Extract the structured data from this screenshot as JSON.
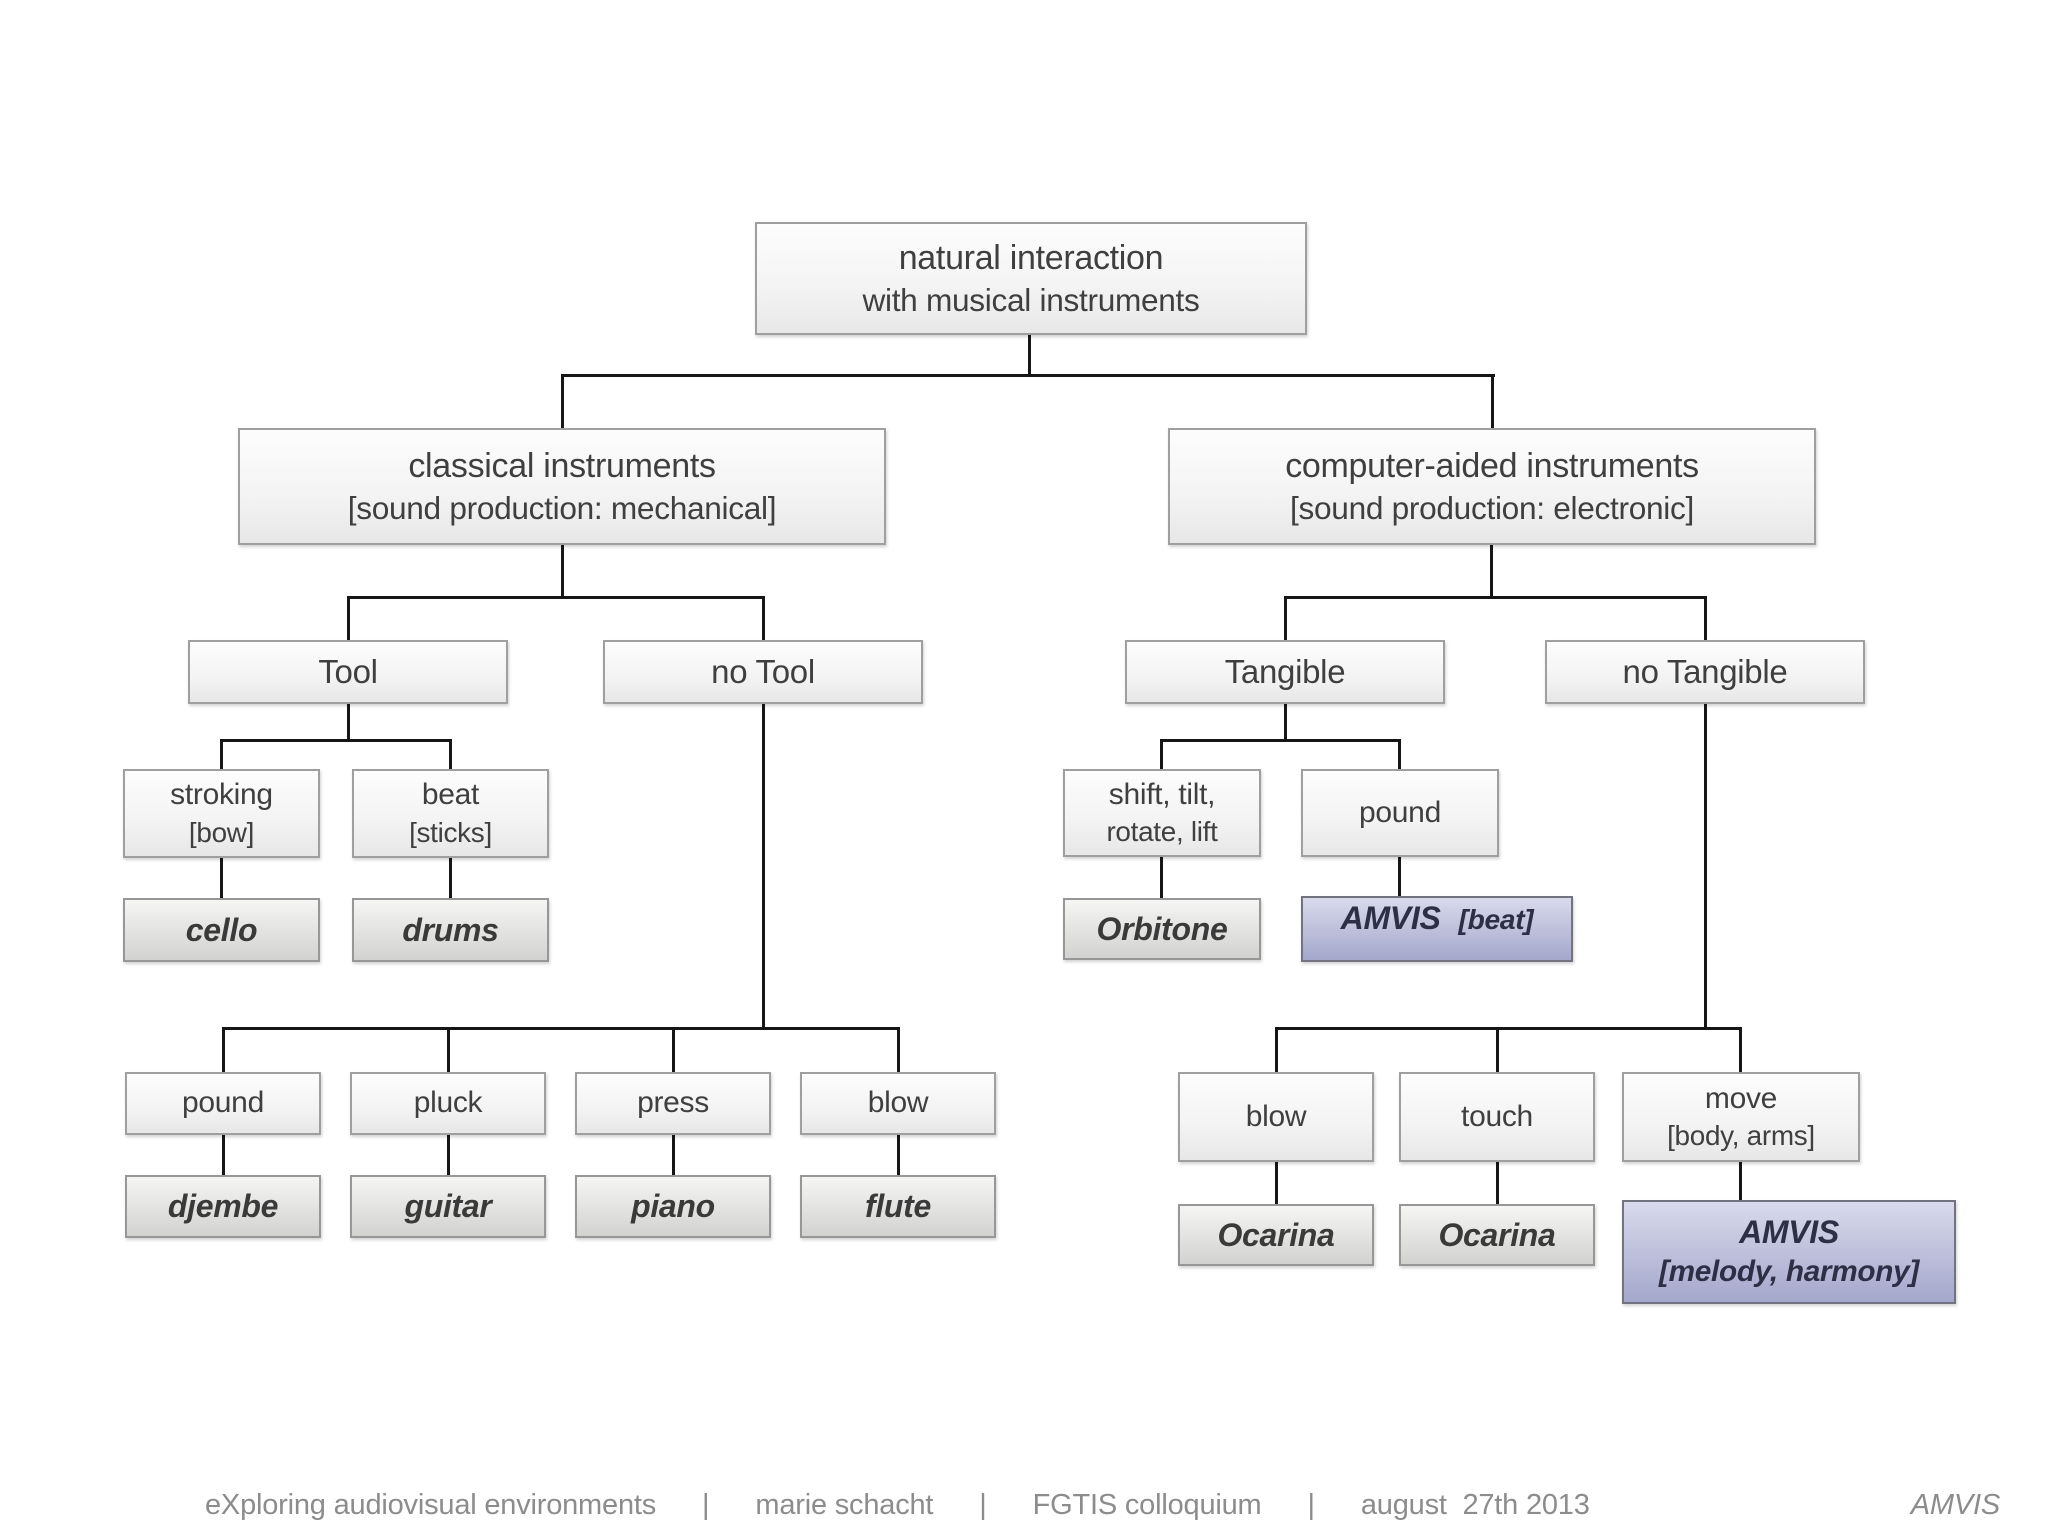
{
  "nodes": {
    "root": {
      "line1": "natural interaction",
      "line2": "with musical instruments"
    },
    "classical": {
      "line1": "classical instruments",
      "line2": "[sound production: mechanical]"
    },
    "computer_aided": {
      "line1": "computer-aided instruments",
      "line2": "[sound production: electronic]"
    },
    "tool": {
      "line1": "Tool"
    },
    "no_tool": {
      "line1": "no Tool"
    },
    "tangible": {
      "line1": "Tangible"
    },
    "no_tangible": {
      "line1": "no Tangible"
    },
    "stroking": {
      "line1": "stroking",
      "line2": "[bow]"
    },
    "beat": {
      "line1": "beat",
      "line2": "[sticks]"
    },
    "cello": {
      "line1": "cello"
    },
    "drums": {
      "line1": "drums"
    },
    "shift_tilt": {
      "line1": "shift, tilt,",
      "line2": "rotate, lift"
    },
    "pound_tangible": {
      "line1": "pound"
    },
    "orbitone": {
      "line1": "Orbitone"
    },
    "amvis_beat": {
      "line1": "AMVIS",
      "tag": "[beat]"
    },
    "pound": {
      "line1": "pound"
    },
    "pluck": {
      "line1": "pluck"
    },
    "press": {
      "line1": "press"
    },
    "blow": {
      "line1": "blow"
    },
    "djembe": {
      "line1": "djembe"
    },
    "guitar": {
      "line1": "guitar"
    },
    "piano": {
      "line1": "piano"
    },
    "flute": {
      "line1": "flute"
    },
    "blow_no_tangible": {
      "line1": "blow"
    },
    "touch": {
      "line1": "touch"
    },
    "move": {
      "line1": "move",
      "line2": "[body, arms]"
    },
    "ocarina_blow": {
      "line1": "Ocarina"
    },
    "ocarina_touch": {
      "line1": "Ocarina"
    },
    "amvis_melody": {
      "line1": "AMVIS",
      "line2": "[melody, harmony]"
    }
  },
  "footer": {
    "segments": [
      "eXploring audiovisual environments",
      "marie schacht",
      "FGTIS colloquium",
      "august  27th 2013"
    ],
    "separator": "|",
    "brand": "AMVIS"
  },
  "colors": {
    "box_border": "#9f9f9f",
    "box_fill_top": "#fdfdfd",
    "box_fill_bottom": "#e7e7e7",
    "leaf_fill_bottom": "#d2d2d0",
    "amvis_fill": "#bcbeda",
    "connector": "#161616",
    "text": "#3f3f3f",
    "footer_text": "#8c8c8c"
  }
}
